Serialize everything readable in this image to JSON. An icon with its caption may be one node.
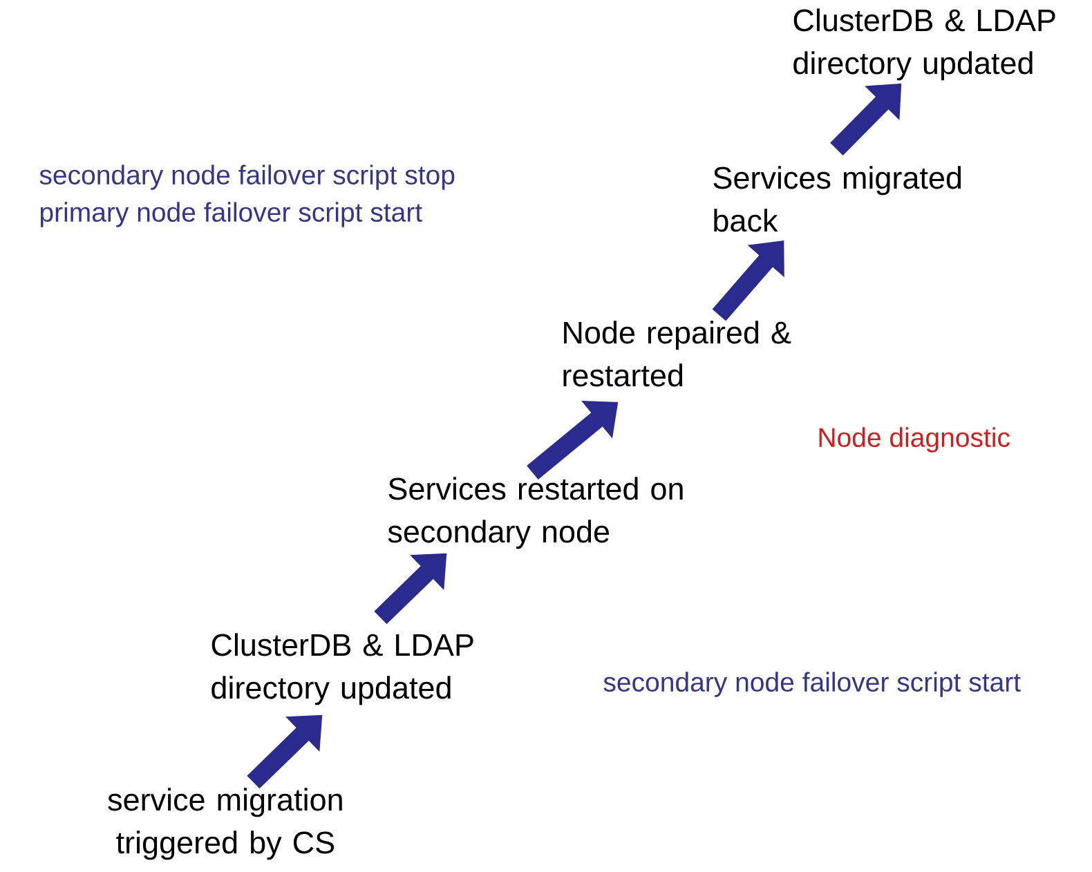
{
  "diagram": {
    "nodes": [
      {
        "text": [
          "service migration triggered by CS"
        ]
      },
      {
        "text": [
          "ClusterDB & LDAP directory updated"
        ]
      },
      {
        "text": [
          "Services restarted on secondary node"
        ]
      },
      {
        "text": [
          "Node repaired & restarted"
        ]
      },
      {
        "text": [
          "Services migrated back"
        ]
      },
      {
        "text": [
          "ClusterDB & LDAP directory updated"
        ]
      }
    ],
    "edges": [
      {
        "from": 0,
        "to": 1,
        "arrow": "to"
      },
      {
        "from": 1,
        "to": 2,
        "arrow": "to"
      },
      {
        "from": 2,
        "to": 3,
        "arrow": "to"
      },
      {
        "from": 3,
        "to": 4,
        "arrow": "to"
      },
      {
        "from": 4,
        "to": 5,
        "arrow": "to"
      }
    ],
    "labels": [
      "secondary node failover script stop",
      "primary node failover script start",
      "Node diagnostic",
      "secondary node failover script start"
    ]
  }
}
